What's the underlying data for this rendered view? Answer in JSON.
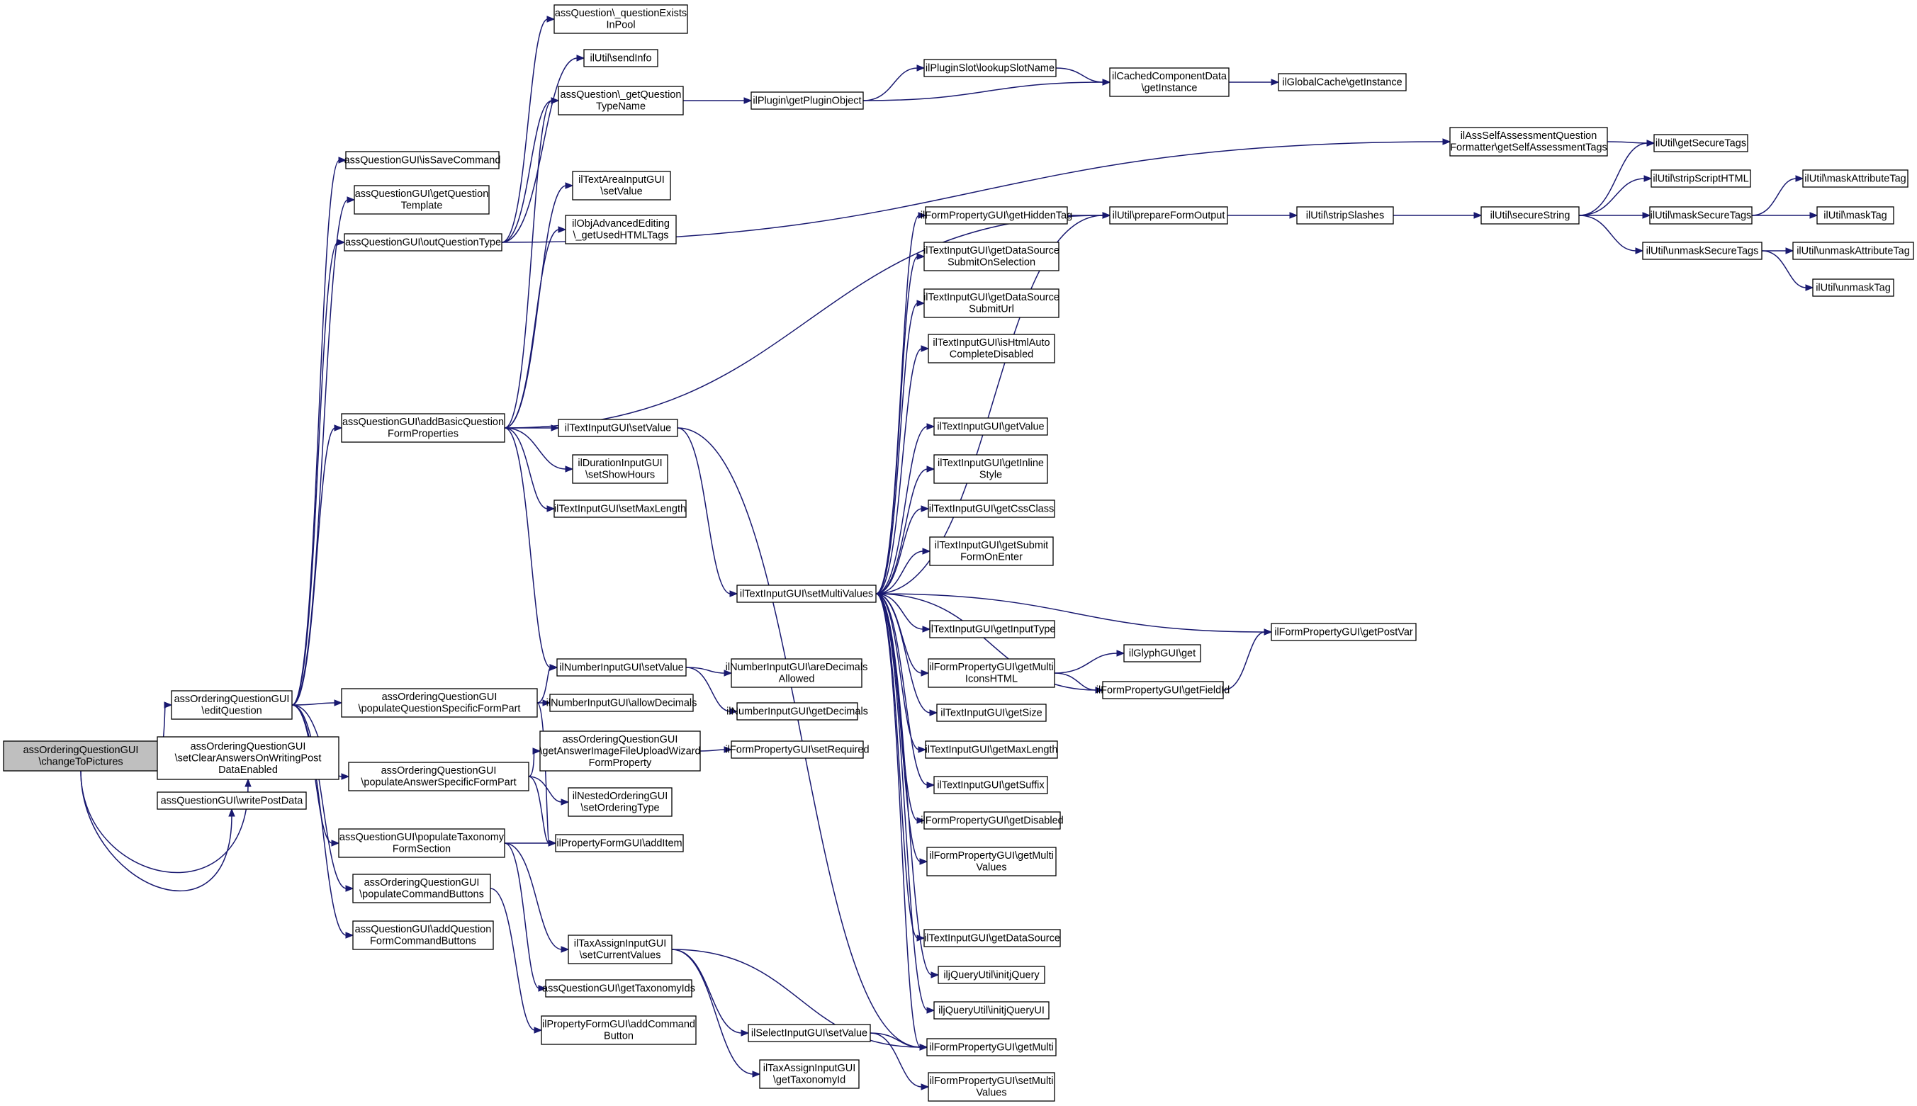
{
  "nodes": [
    {
      "id": "n0",
      "lines": [
        "assOrderingQuestionGUI",
        "\\changeToPictures"
      ],
      "root": true
    },
    {
      "id": "n1",
      "lines": [
        "assOrderingQuestionGUI",
        "\\editQuestion"
      ]
    },
    {
      "id": "n2",
      "lines": [
        "assOrderingQuestionGUI",
        "\\setClearAnswersOnWritingPost",
        "DataEnabled"
      ]
    },
    {
      "id": "n3",
      "lines": [
        "assQuestionGUI\\writePostData"
      ]
    },
    {
      "id": "n4",
      "lines": [
        "assQuestionGUI\\isSaveCommand"
      ]
    },
    {
      "id": "n5",
      "lines": [
        "assQuestionGUI\\getQuestion",
        "Template"
      ]
    },
    {
      "id": "n6",
      "lines": [
        "assQuestionGUI\\outQuestionType"
      ]
    },
    {
      "id": "n7",
      "lines": [
        "assQuestionGUI\\addBasicQuestion",
        "FormProperties"
      ]
    },
    {
      "id": "n8",
      "lines": [
        "assOrderingQuestionGUI",
        "\\populateQuestionSpecificFormPart"
      ]
    },
    {
      "id": "n9",
      "lines": [
        "assOrderingQuestionGUI",
        "\\populateAnswerSpecificFormPart"
      ]
    },
    {
      "id": "n10",
      "lines": [
        "assQuestionGUI\\populateTaxonomy",
        "FormSection"
      ]
    },
    {
      "id": "n11",
      "lines": [
        "assOrderingQuestionGUI",
        "\\populateCommandButtons"
      ]
    },
    {
      "id": "n12",
      "lines": [
        "assQuestionGUI\\addQuestion",
        "FormCommandButtons"
      ]
    },
    {
      "id": "n13",
      "lines": [
        "assQuestion\\_questionExists",
        "InPool"
      ]
    },
    {
      "id": "n14",
      "lines": [
        "ilUtil\\sendInfo"
      ]
    },
    {
      "id": "n15",
      "lines": [
        "assQuestion\\_getQuestion",
        "TypeName"
      ]
    },
    {
      "id": "n16",
      "lines": [
        "ilTextAreaInputGUI",
        "\\setValue"
      ]
    },
    {
      "id": "n17",
      "lines": [
        "ilObjAdvancedEditing",
        "\\_getUsedHTMLTags"
      ]
    },
    {
      "id": "n18",
      "lines": [
        "ilTextInputGUI\\setValue"
      ]
    },
    {
      "id": "n19",
      "lines": [
        "ilDurationInputGUI",
        "\\setShowHours"
      ]
    },
    {
      "id": "n20",
      "lines": [
        "ilTextInputGUI\\setMaxLength"
      ]
    },
    {
      "id": "n21",
      "lines": [
        "ilNumberInputGUI\\setValue"
      ]
    },
    {
      "id": "n22",
      "lines": [
        "ilNumberInputGUI\\allowDecimals"
      ]
    },
    {
      "id": "n23",
      "lines": [
        "assOrderingQuestionGUI",
        "\\getAnswerImageFileUploadWizard",
        "FormProperty"
      ]
    },
    {
      "id": "n24",
      "lines": [
        "ilNestedOrderingGUI",
        "\\setOrderingType"
      ]
    },
    {
      "id": "n25",
      "lines": [
        "ilPropertyFormGUI\\addItem"
      ]
    },
    {
      "id": "n26",
      "lines": [
        "ilTaxAssignInputGUI",
        "\\setCurrentValues"
      ]
    },
    {
      "id": "n27",
      "lines": [
        "assQuestionGUI\\getTaxonomyIds"
      ]
    },
    {
      "id": "n28",
      "lines": [
        "ilPropertyFormGUI\\addCommand",
        "Button"
      ]
    },
    {
      "id": "n29",
      "lines": [
        "ilSelectInputGUI\\setValue"
      ]
    },
    {
      "id": "n30",
      "lines": [
        "ilTaxAssignInputGUI",
        "\\getTaxonomyId"
      ]
    },
    {
      "id": "n31",
      "lines": [
        "ilPlugin\\getPluginObject"
      ]
    },
    {
      "id": "n32",
      "lines": [
        "ilPluginSlot\\lookupSlotName"
      ]
    },
    {
      "id": "n33",
      "lines": [
        "ilCachedComponentData",
        "\\getInstance"
      ]
    },
    {
      "id": "n34",
      "lines": [
        "ilGlobalCache\\getInstance"
      ]
    },
    {
      "id": "n35",
      "lines": [
        "ilAssSelfAssessmentQuestion",
        "Formatter\\getSelfAssessmentTags"
      ]
    },
    {
      "id": "n36",
      "lines": [
        "ilTextInputGUI\\setMultiValues"
      ]
    },
    {
      "id": "n37",
      "lines": [
        "ilNumberInputGUI\\areDecimals",
        "Allowed"
      ]
    },
    {
      "id": "n38",
      "lines": [
        "ilNumberInputGUI\\getDecimals"
      ]
    },
    {
      "id": "n39",
      "lines": [
        "ilFormPropertyGUI\\setRequired"
      ]
    },
    {
      "id": "n40",
      "lines": [
        "ilFormPropertyGUI\\getHiddenTag"
      ]
    },
    {
      "id": "n41",
      "lines": [
        "ilTextInputGUI\\getDataSource",
        "SubmitOnSelection"
      ]
    },
    {
      "id": "n42",
      "lines": [
        "ilTextInputGUI\\getDataSource",
        "SubmitUrl"
      ]
    },
    {
      "id": "n43",
      "lines": [
        "ilTextInputGUI\\isHtmlAuto",
        "CompleteDisabled"
      ]
    },
    {
      "id": "n44",
      "lines": [
        "ilTextInputGUI\\getValue"
      ]
    },
    {
      "id": "n45",
      "lines": [
        "ilTextInputGUI\\getInline",
        "Style"
      ]
    },
    {
      "id": "n46",
      "lines": [
        "ilTextInputGUI\\getCssClass"
      ]
    },
    {
      "id": "n47",
      "lines": [
        "ilTextInputGUI\\getSubmit",
        "FormOnEnter"
      ]
    },
    {
      "id": "n48",
      "lines": [
        "ilTextInputGUI\\getInputType"
      ]
    },
    {
      "id": "n49",
      "lines": [
        "ilFormPropertyGUI\\getMulti",
        "IconsHTML"
      ]
    },
    {
      "id": "n50",
      "lines": [
        "ilTextInputGUI\\getSize"
      ]
    },
    {
      "id": "n51",
      "lines": [
        "ilTextInputGUI\\getMaxLength"
      ]
    },
    {
      "id": "n52",
      "lines": [
        "ilTextInputGUI\\getSuffix"
      ]
    },
    {
      "id": "n53",
      "lines": [
        "ilFormPropertyGUI\\getDisabled"
      ]
    },
    {
      "id": "n54",
      "lines": [
        "ilFormPropertyGUI\\getMulti",
        "Values"
      ]
    },
    {
      "id": "n55",
      "lines": [
        "ilTextInputGUI\\getDataSource"
      ]
    },
    {
      "id": "n56",
      "lines": [
        "iljQueryUtil\\initjQuery"
      ]
    },
    {
      "id": "n57",
      "lines": [
        "iljQueryUtil\\initjQueryUI"
      ]
    },
    {
      "id": "n58",
      "lines": [
        "ilFormPropertyGUI\\getMulti"
      ]
    },
    {
      "id": "n59",
      "lines": [
        "ilFormPropertyGUI\\setMulti",
        "Values"
      ]
    },
    {
      "id": "n60",
      "lines": [
        "ilUtil\\prepareFormOutput"
      ]
    },
    {
      "id": "n61",
      "lines": [
        "ilUtil\\stripSlashes"
      ]
    },
    {
      "id": "n62",
      "lines": [
        "ilUtil\\secureString"
      ]
    },
    {
      "id": "n63",
      "lines": [
        "ilUtil\\getSecureTags"
      ]
    },
    {
      "id": "n64",
      "lines": [
        "ilUtil\\stripScriptHTML"
      ]
    },
    {
      "id": "n65",
      "lines": [
        "ilUtil\\maskSecureTags"
      ]
    },
    {
      "id": "n66",
      "lines": [
        "ilUtil\\unmaskSecureTags"
      ]
    },
    {
      "id": "n67",
      "lines": [
        "ilUtil\\maskAttributeTag"
      ]
    },
    {
      "id": "n68",
      "lines": [
        "ilUtil\\maskTag"
      ]
    },
    {
      "id": "n69",
      "lines": [
        "ilUtil\\unmaskAttributeTag"
      ]
    },
    {
      "id": "n70",
      "lines": [
        "ilUtil\\unmaskTag"
      ]
    },
    {
      "id": "n71",
      "lines": [
        "ilGlyphGUI\\get"
      ]
    },
    {
      "id": "n72",
      "lines": [
        "ilFormPropertyGUI\\getFieldId"
      ]
    },
    {
      "id": "n73",
      "lines": [
        "ilFormPropertyGUI\\getPostVar"
      ]
    }
  ],
  "edges": [
    [
      "n0",
      "n1"
    ],
    [
      "n0",
      "n2"
    ],
    [
      "n0",
      "n3"
    ],
    [
      "n1",
      "n4"
    ],
    [
      "n1",
      "n5"
    ],
    [
      "n1",
      "n6"
    ],
    [
      "n1",
      "n7"
    ],
    [
      "n1",
      "n8"
    ],
    [
      "n1",
      "n9"
    ],
    [
      "n1",
      "n10"
    ],
    [
      "n1",
      "n11"
    ],
    [
      "n1",
      "n12"
    ],
    [
      "n6",
      "n13"
    ],
    [
      "n6",
      "n14"
    ],
    [
      "n6",
      "n15"
    ],
    [
      "n6",
      "n35"
    ],
    [
      "n15",
      "n31"
    ],
    [
      "n31",
      "n32"
    ],
    [
      "n31",
      "n33"
    ],
    [
      "n32",
      "n33"
    ],
    [
      "n33",
      "n34"
    ],
    [
      "n7",
      "n15"
    ],
    [
      "n7",
      "n16"
    ],
    [
      "n7",
      "n17"
    ],
    [
      "n7",
      "n18"
    ],
    [
      "n7",
      "n19"
    ],
    [
      "n7",
      "n20"
    ],
    [
      "n7",
      "n21"
    ],
    [
      "n7",
      "n60"
    ],
    [
      "n18",
      "n36"
    ],
    [
      "n18",
      "n58"
    ],
    [
      "n36",
      "n40"
    ],
    [
      "n36",
      "n41"
    ],
    [
      "n36",
      "n42"
    ],
    [
      "n36",
      "n43"
    ],
    [
      "n36",
      "n44"
    ],
    [
      "n36",
      "n45"
    ],
    [
      "n36",
      "n46"
    ],
    [
      "n36",
      "n47"
    ],
    [
      "n36",
      "n48"
    ],
    [
      "n36",
      "n49"
    ],
    [
      "n36",
      "n50"
    ],
    [
      "n36",
      "n51"
    ],
    [
      "n36",
      "n52"
    ],
    [
      "n36",
      "n53"
    ],
    [
      "n36",
      "n54"
    ],
    [
      "n36",
      "n55"
    ],
    [
      "n36",
      "n56"
    ],
    [
      "n36",
      "n57"
    ],
    [
      "n36",
      "n58"
    ],
    [
      "n36",
      "n60"
    ],
    [
      "n36",
      "n72"
    ],
    [
      "n36",
      "n73"
    ],
    [
      "n40",
      "n60"
    ],
    [
      "n60",
      "n61"
    ],
    [
      "n61",
      "n62"
    ],
    [
      "n62",
      "n63"
    ],
    [
      "n62",
      "n64"
    ],
    [
      "n62",
      "n65"
    ],
    [
      "n62",
      "n66"
    ],
    [
      "n65",
      "n67"
    ],
    [
      "n65",
      "n68"
    ],
    [
      "n66",
      "n69"
    ],
    [
      "n66",
      "n70"
    ],
    [
      "n35",
      "n63"
    ],
    [
      "n49",
      "n71"
    ],
    [
      "n49",
      "n72"
    ],
    [
      "n72",
      "n73"
    ],
    [
      "n8",
      "n21"
    ],
    [
      "n8",
      "n22"
    ],
    [
      "n8",
      "n25"
    ],
    [
      "n21",
      "n37"
    ],
    [
      "n21",
      "n38"
    ],
    [
      "n9",
      "n23"
    ],
    [
      "n9",
      "n24"
    ],
    [
      "n9",
      "n25"
    ],
    [
      "n23",
      "n39"
    ],
    [
      "n10",
      "n25"
    ],
    [
      "n10",
      "n26"
    ],
    [
      "n10",
      "n27"
    ],
    [
      "n26",
      "n29"
    ],
    [
      "n26",
      "n30"
    ],
    [
      "n26",
      "n58"
    ],
    [
      "n29",
      "n58"
    ],
    [
      "n29",
      "n59"
    ],
    [
      "n11",
      "n28"
    ]
  ]
}
